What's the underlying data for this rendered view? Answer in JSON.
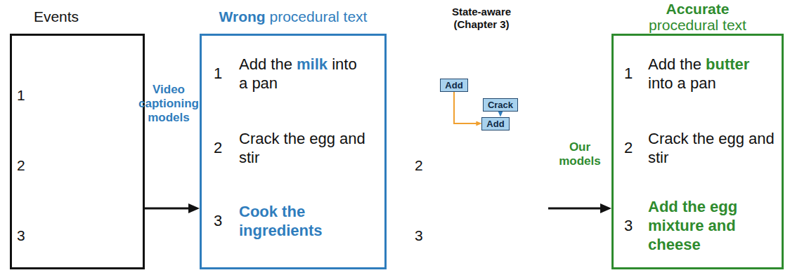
{
  "diagram": {
    "nodes": [
      {
        "text": [
          "Events",
          "1",
          "2",
          "3"
        ]
      },
      {
        "text": [
          "Wrong procedural text",
          "1",
          "Add the milk into a pan",
          "2",
          "Crack the egg and stir",
          "3",
          "Cook the ingredients"
        ]
      },
      {
        "text": [
          "State-aware (Chapter 3)"
        ]
      },
      {
        "text": [
          "Add"
        ],
        "in": 2
      },
      {
        "text": [
          "Crack"
        ],
        "in": 2
      },
      {
        "text": [
          "Add"
        ],
        "in": 2
      },
      {
        "text": [
          "2",
          "3"
        ]
      },
      {
        "text": [
          "Accurate procedural text",
          "1",
          "Add the butter into a pan",
          "2",
          "Crack the egg and stir",
          "3",
          "Add the egg mixture and cheese"
        ]
      }
    ],
    "edges": [
      {
        "from": 0,
        "to": 1,
        "arrow": "to",
        "label": "Video captioning models"
      },
      {
        "from": 3,
        "to": 5,
        "arrow": "to"
      },
      {
        "from": 4,
        "to": 5,
        "arrow": "to"
      },
      {
        "from": 6,
        "to": 7,
        "arrow": "to",
        "label": "Our models"
      }
    ]
  }
}
